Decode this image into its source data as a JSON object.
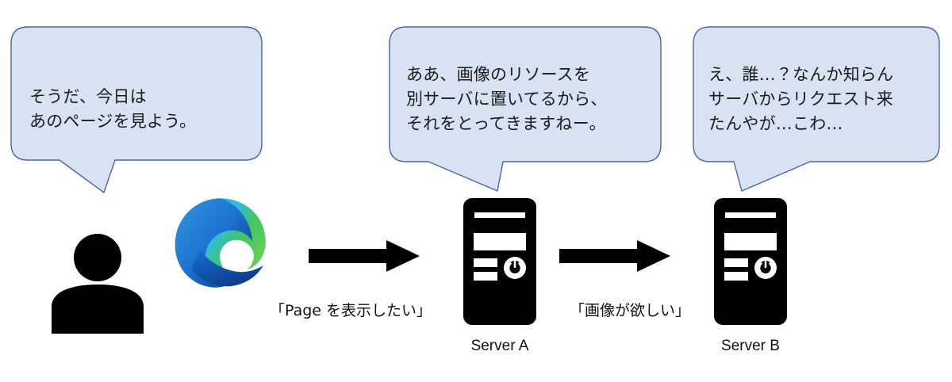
{
  "diagram": {
    "title": "Web page request flow with cross-server image resource",
    "colors": {
      "bubble_fill": "#d9e2f3",
      "bubble_stroke": "#4a66a8",
      "icon_black": "#000000",
      "text": "#111111",
      "background": "#ffffff",
      "edge_cyan": "#28b4e0",
      "edge_green": "#4ec45a",
      "edge_blue": "#1b72d0",
      "edge_deep_blue": "#0e4a9e"
    }
  },
  "bubbles": [
    {
      "id": "bubble-user",
      "speaker": "user",
      "lines": [
        "そうだ、今日は",
        "あのページを見よう。"
      ]
    },
    {
      "id": "bubble-server-a",
      "speaker": "server-a",
      "lines": [
        "ああ、画像のリソースを",
        "別サーバに置いてるから、",
        "それをとってきますねー。"
      ]
    },
    {
      "id": "bubble-server-b",
      "speaker": "server-b",
      "lines": [
        "え、誰…？なんか知らん",
        "サーバからリクエスト来",
        "たんやが…こわ…"
      ]
    }
  ],
  "actors": {
    "user": {
      "icon": "person-icon",
      "label": ""
    },
    "browser": {
      "icon": "microsoft-edge-logo",
      "label": ""
    },
    "server_a": {
      "icon": "server-icon",
      "label": "Server A"
    },
    "server_b": {
      "icon": "server-icon",
      "label": "Server B"
    }
  },
  "arrows": [
    {
      "id": "arrow-user-to-server-a",
      "icon": "right-arrow-icon",
      "caption": "「Page を表示したい」"
    },
    {
      "id": "arrow-server-a-to-server-b",
      "icon": "right-arrow-icon",
      "caption": "「画像が欲しい」"
    }
  ]
}
